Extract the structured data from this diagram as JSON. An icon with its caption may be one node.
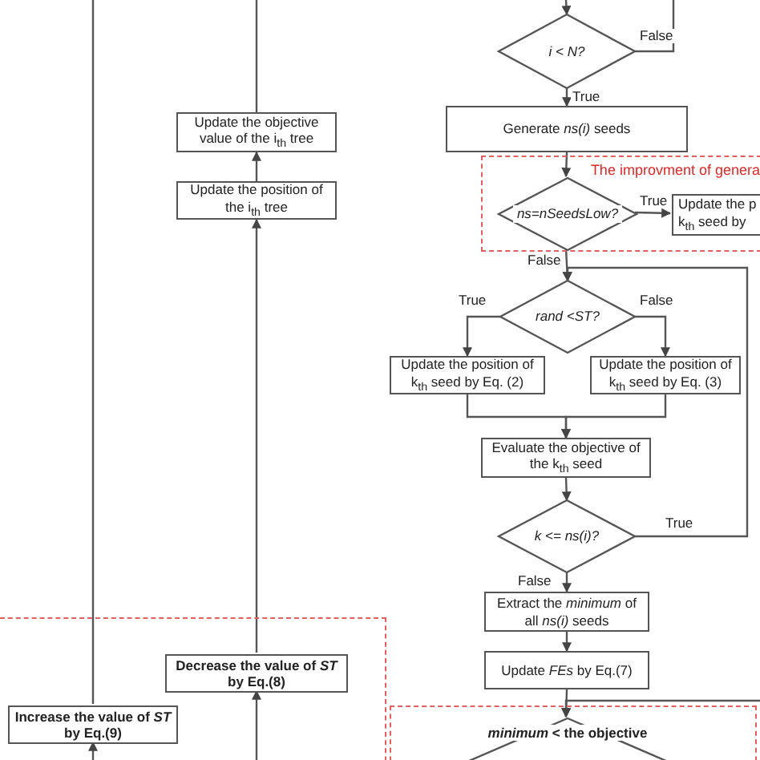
{
  "diagram": {
    "nodes": [
      {
        "text": [
          "*i* < *N*?"
        ]
      },
      {
        "text": [
          "Generate *ns(i)* seeds"
        ]
      },
      {
        "text": [
          "The improvment of genera"
        ]
      },
      {
        "text": [
          "*ns*=*nSeedsLow*?"
        ],
        "in": 2
      },
      {
        "text": [
          "Update the p k$_{th}$ seed by"
        ],
        "in": 2
      },
      {
        "text": [
          "*rand* <*ST*?"
        ]
      },
      {
        "text": [
          "Update the position of k$_{th}$ seed by Eq. (2)"
        ]
      },
      {
        "text": [
          "Update the position of k$_{th}$ seed by Eq. (3)"
        ]
      },
      {
        "text": [
          "Evaluate the objective of the k$_{th}$ seed"
        ]
      },
      {
        "text": [
          "*k* <= *ns(i)*?"
        ]
      },
      {
        "text": [
          "Extract the *minimum* of all *ns(i)* seeds"
        ]
      },
      {
        "text": [
          "Update *FEs* by Eq.(7)"
        ]
      },
      {
        "text": [],
        "shape": "box"
      },
      {
        "text": [
          "*minimum* < the objective"
        ],
        "in": 12
      },
      {
        "text": [
          "Update the objective value of the i$_{th}$ tree"
        ]
      },
      {
        "text": [
          "Update the position of the i$_{th}$ tree"
        ]
      },
      {
        "text": [],
        "shape": "box"
      },
      {
        "text": [
          "Decrease the value of *ST* by Eq.(8)"
        ],
        "in": 16
      },
      {
        "text": [
          "Increase the value of *ST* by Eq.(9)"
        ],
        "in": 16
      }
    ],
    "edges": [
      {
        "from": null,
        "to": 0,
        "arrow": "to"
      },
      {
        "from": 0,
        "to": null,
        "arrow": "none",
        "label": "False"
      },
      {
        "from": 0,
        "to": 1,
        "arrow": "to",
        "label": "True"
      },
      {
        "from": 1,
        "to": 3,
        "arrow": "to"
      },
      {
        "from": 3,
        "to": 4,
        "arrow": "to",
        "label": "True"
      },
      {
        "from": 3,
        "to": 5,
        "arrow": "to",
        "label": "False"
      },
      {
        "from": 5,
        "to": 6,
        "arrow": "to",
        "label": "True"
      },
      {
        "from": 5,
        "to": 7,
        "arrow": "to",
        "label": "False"
      },
      {
        "from": 6,
        "to": 8,
        "arrow": "to"
      },
      {
        "from": 7,
        "to": 8,
        "arrow": "to"
      },
      {
        "from": 8,
        "to": 9,
        "arrow": "to"
      },
      {
        "from": 9,
        "to": 5,
        "arrow": "to",
        "label": "True"
      },
      {
        "from": 9,
        "to": 10,
        "arrow": "to",
        "label": "False"
      },
      {
        "from": 10,
        "to": 11,
        "arrow": "to"
      },
      {
        "from": 11,
        "to": 13,
        "arrow": "to"
      },
      {
        "from": null,
        "to": 13,
        "arrow": "to"
      },
      {
        "from": 15,
        "to": 14,
        "arrow": "to"
      },
      {
        "from": 14,
        "to": null,
        "arrow": "none"
      },
      {
        "from": 17,
        "to": 15,
        "arrow": "to"
      },
      {
        "from": null,
        "to": 17,
        "arrow": "to"
      },
      {
        "from": null,
        "to": 18,
        "arrow": "to"
      },
      {
        "from": 18,
        "to": null,
        "arrow": "none"
      }
    ]
  }
}
